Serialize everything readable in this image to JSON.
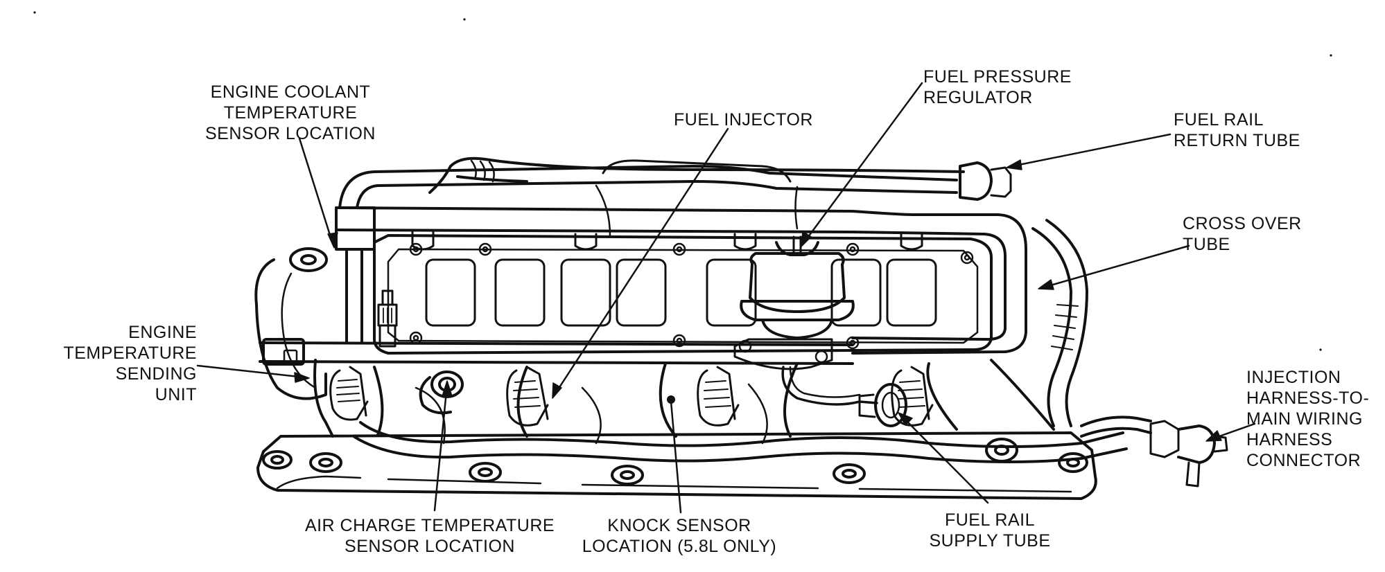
{
  "labels": {
    "engine_coolant_temp": [
      "ENGINE COOLANT",
      "TEMPERATURE",
      "SENSOR LOCATION"
    ],
    "fuel_injector": [
      "FUEL INJECTOR"
    ],
    "fuel_pressure_regulator": [
      "FUEL PRESSURE",
      "REGULATOR"
    ],
    "fuel_rail_return": [
      "FUEL RAIL",
      "RETURN TUBE"
    ],
    "cross_over_tube": [
      "CROSS OVER",
      "TUBE"
    ],
    "engine_temp_sending": [
      "ENGINE",
      "TEMPERATURE",
      "SENDING",
      "UNIT"
    ],
    "injection_harness": [
      "INJECTION",
      "HARNESS-TO-",
      "MAIN WIRING",
      "HARNESS",
      "CONNECTOR"
    ],
    "air_charge_temp": [
      "AIR CHARGE TEMPERATURE",
      "SENSOR LOCATION"
    ],
    "knock_sensor": [
      "KNOCK SENSOR",
      "LOCATION (5.8L ONLY)"
    ],
    "fuel_rail_supply": [
      "FUEL RAIL",
      "SUPPLY TUBE"
    ]
  },
  "colors": {
    "ink": "#111111",
    "background": "#ffffff"
  }
}
